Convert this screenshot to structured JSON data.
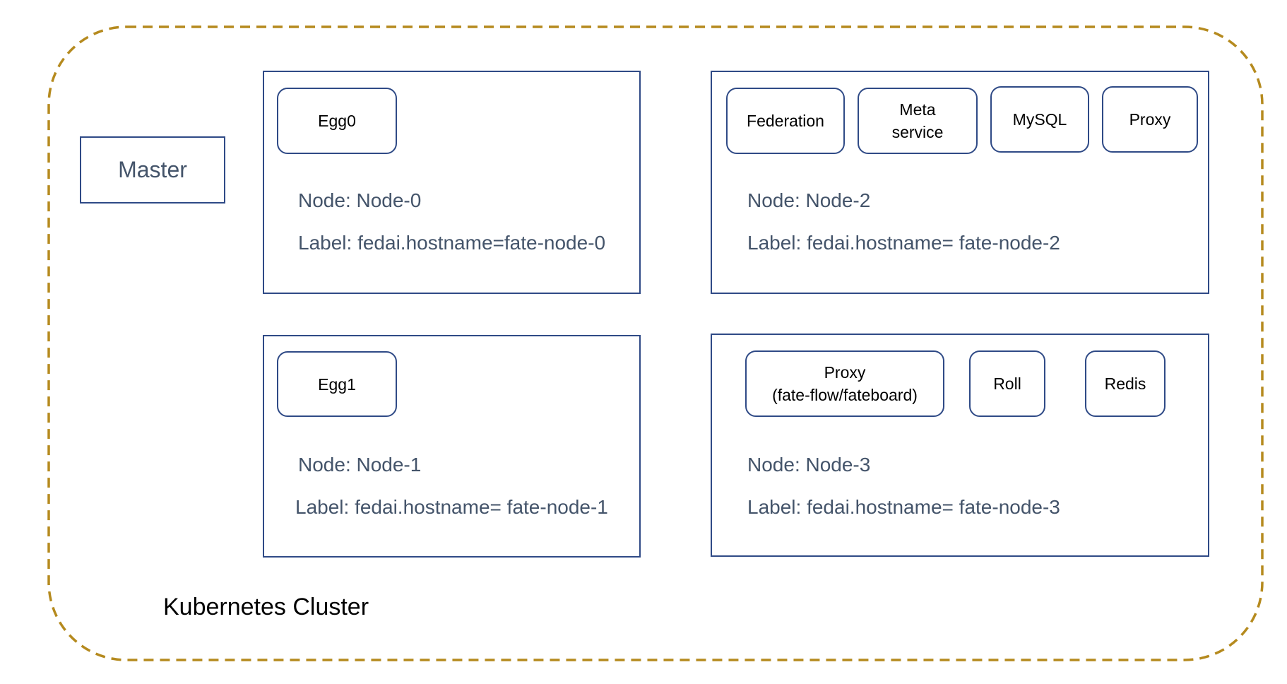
{
  "colors": {
    "cluster_border": "#b58a1e",
    "node_border": "#2f4a86",
    "node_text": "#44546a"
  },
  "cluster": {
    "label": "Kubernetes Cluster"
  },
  "master": {
    "label": "Master"
  },
  "nodes": [
    {
      "components": [
        "Egg0"
      ],
      "node": "Node: Node-0",
      "label": "Label: fedai.hostname=fate-node-0"
    },
    {
      "components": [
        "Egg1"
      ],
      "node": "Node: Node-1",
      "label": "Label: fedai.hostname= fate-node-1"
    },
    {
      "components": [
        "Federation",
        "Meta\nservice",
        "MySQL",
        "Proxy"
      ],
      "node": "Node: Node-2",
      "label": "Label: fedai.hostname= fate-node-2"
    },
    {
      "components": [
        "Proxy\n(fate-flow/fateboard)",
        "Roll",
        "Redis"
      ],
      "node": "Node: Node-3",
      "label": "Label: fedai.hostname= fate-node-3"
    }
  ]
}
